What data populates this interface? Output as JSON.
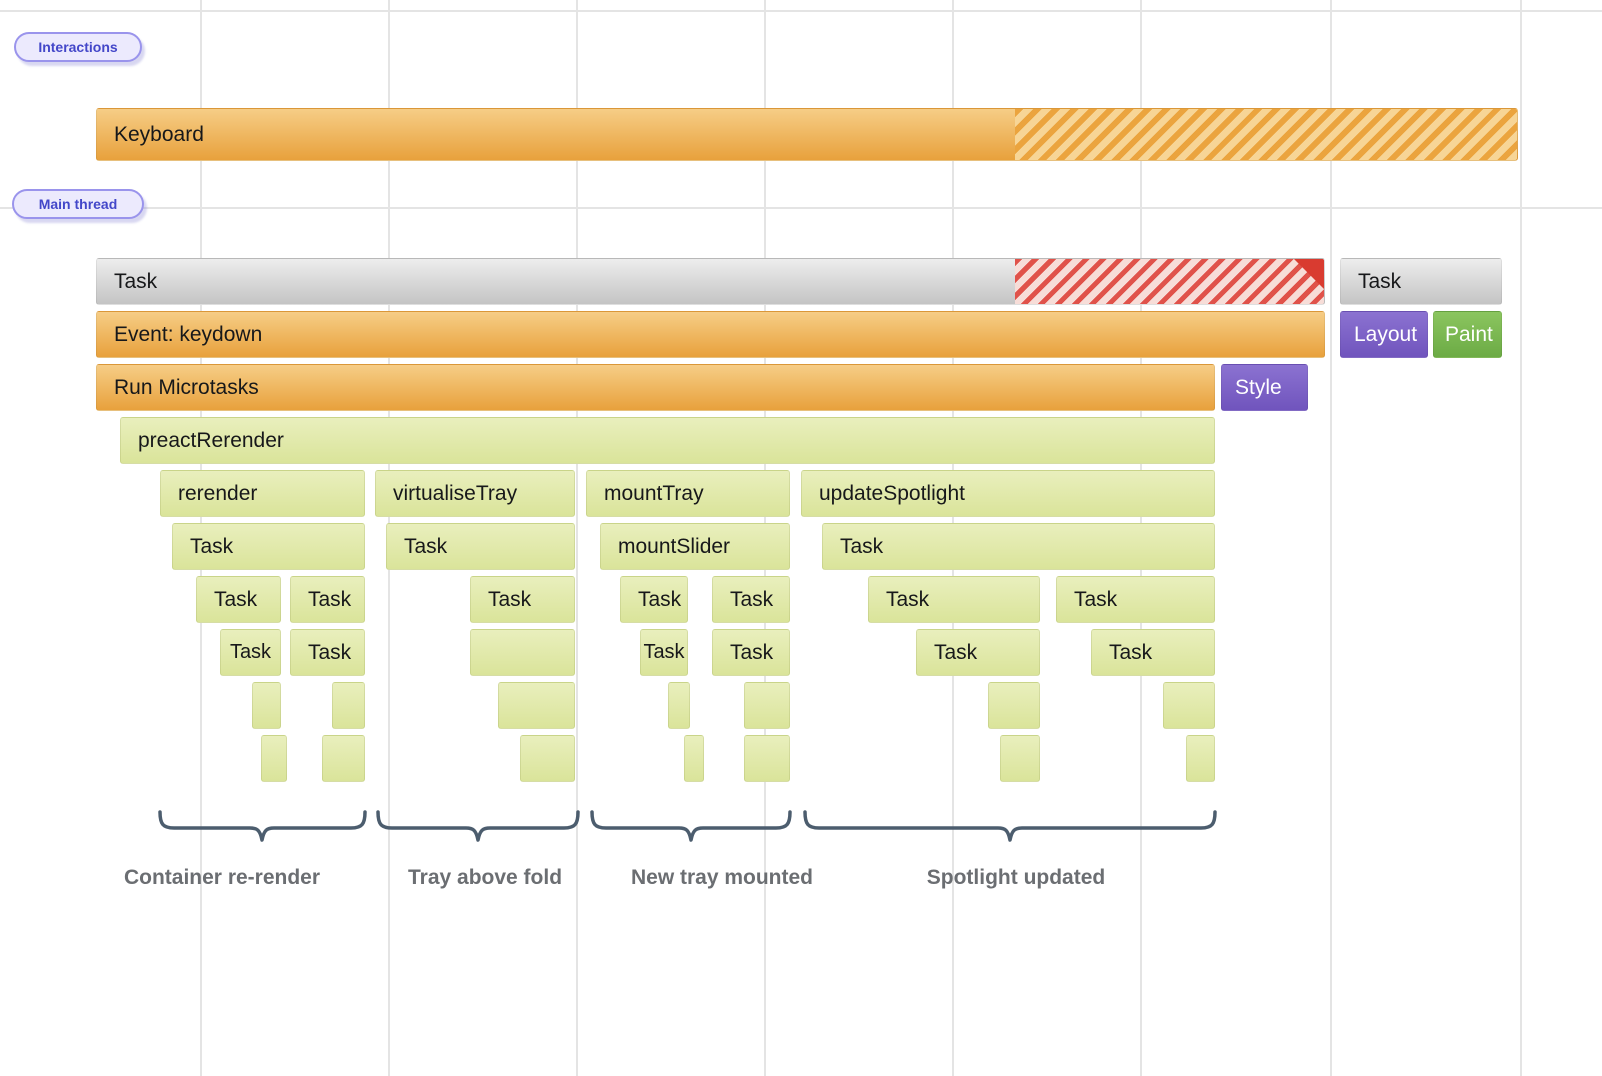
{
  "tracks": {
    "interactions": "Interactions",
    "main_thread": "Main thread"
  },
  "interactions_track": {
    "keyboard": "Keyboard"
  },
  "main_track": {
    "task": "Task",
    "event_keydown": "Event: keydown",
    "run_microtasks": "Run Microtasks",
    "style": "Style",
    "preact_rerender": "preactRerender"
  },
  "second_task_group": {
    "task": "Task",
    "layout": "Layout",
    "paint": "Paint"
  },
  "flame": {
    "level2": [
      "rerender",
      "virtualiseTray",
      "mountTray",
      "updateSpotlight"
    ],
    "level3": [
      "Task",
      "Task",
      "mountSlider",
      "Task"
    ],
    "level4": [
      "Task",
      "Task",
      "Task",
      "Task",
      "Task",
      "Task",
      "Task"
    ],
    "level5": [
      "Task",
      "Task",
      null,
      "Task",
      "Task",
      "Task",
      "Task"
    ]
  },
  "annotations": [
    "Container re-render",
    "Tray above fold",
    "New tray mounted",
    "Spotlight updated"
  ],
  "colors": {
    "orange_bar": "#ECA843",
    "gray_task": "#C9C9C9",
    "script_green": "#E2EBA9",
    "style_purple": "#7C60C8",
    "paint_green": "#7CBA52",
    "overrun_red": "#DC4238",
    "badge_border": "#9A94EC",
    "badge_text": "#4347C9",
    "brace": "#4C5D6E"
  }
}
